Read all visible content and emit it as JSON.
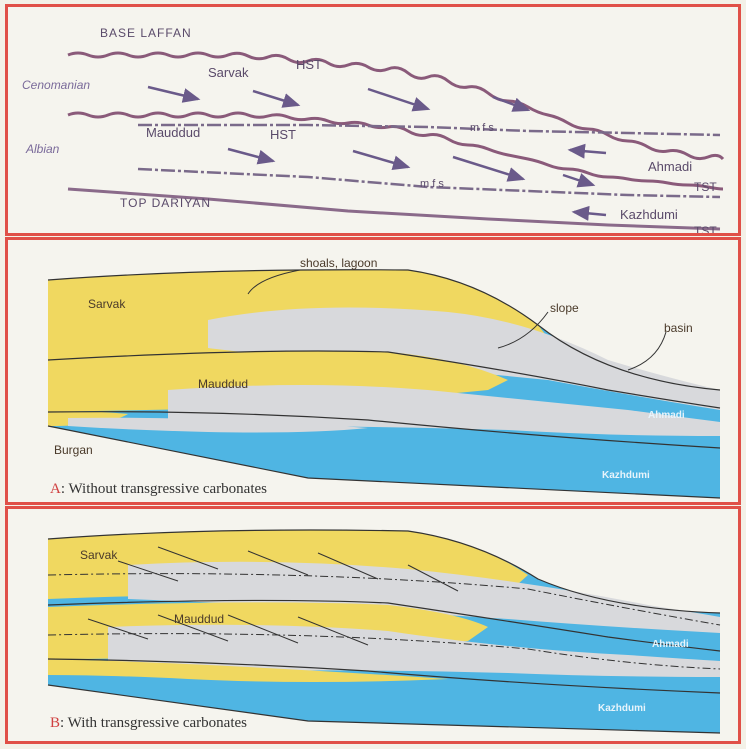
{
  "top_panel": {
    "base_laffan": "BASE LAFFAN",
    "cenomanian": "Cenomanian",
    "albian": "Albian",
    "sarvak": "Sarvak",
    "hst_upper": "HST",
    "mauddud": "Mauddud",
    "hst_lower": "HST",
    "mfs_upper": "m f s",
    "mfs_lower": "m f s",
    "ahmadi": "Ahmadi",
    "tst_upper": "TST",
    "top_dariyan": "TOP DARIYAN",
    "kazhdumi": "Kazhdumi",
    "tst_lower": "TST"
  },
  "panel_a": {
    "shoals_lagoon": "shoals, lagoon",
    "slope": "slope",
    "basin": "basin",
    "sarvak": "Sarvak",
    "mauddud": "Mauddud",
    "burgan": "Burgan",
    "ahmadi": "Ahmadi",
    "kazhdumi": "Kazhdumi",
    "caption_letter": "A",
    "caption_text": ": Without transgressive carbonates"
  },
  "panel_b": {
    "sarvak": "Sarvak",
    "mauddud": "Mauddud",
    "ahmadi": "Ahmadi",
    "kazhdumi": "Kazhdumi",
    "caption_letter": "B",
    "caption_text": ": With transgressive carbonates"
  },
  "colors": {
    "yellow": "#f0d860",
    "blue": "#4fb5e3",
    "grey": "#d8d9dc",
    "frame": "#e05048",
    "wavy": "#8a5a7a"
  }
}
